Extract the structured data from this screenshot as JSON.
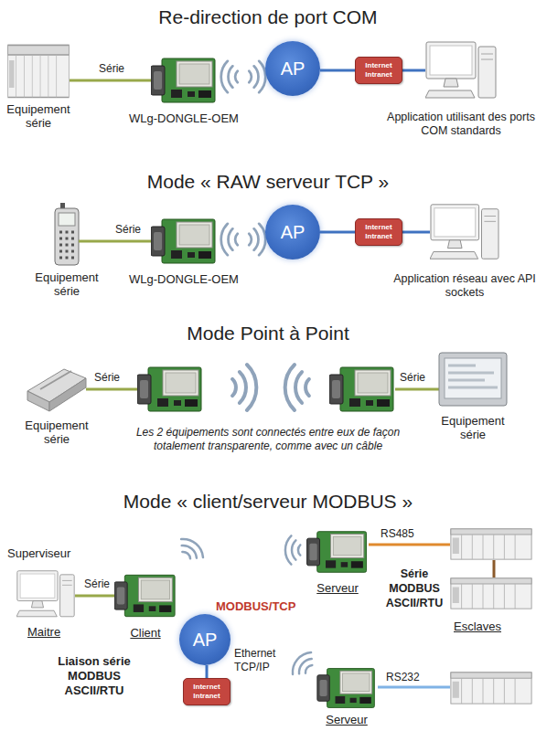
{
  "diagram": {
    "nodes": [
      {
        "text": [
          "Equipement série"
        ]
      },
      {
        "text": [
          "WLg-DONGLE-OEM"
        ]
      },
      {
        "text": [
          "AP"
        ]
      },
      {
        "text": [
          "Internet Intranet"
        ]
      },
      {
        "text": [
          "Application utilisant des ports COM standards"
        ]
      },
      {
        "text": [
          "Equipement série"
        ]
      },
      {
        "text": [
          "WLg-DONGLE-OEM"
        ]
      },
      {
        "text": [
          "AP"
        ]
      },
      {
        "text": [
          "Internet Intranet"
        ]
      },
      {
        "text": [
          "Application réseau avec API sockets"
        ]
      },
      {
        "text": [
          "Equipement série"
        ]
      },
      {
        "text": [
          "Equipement série"
        ]
      },
      {
        "text": [
          "Superviseur",
          "Maitre"
        ]
      },
      {
        "text": [
          "Client"
        ]
      },
      {
        "text": [
          "AP"
        ]
      },
      {
        "text": [
          "Internet Intranet"
        ]
      },
      {
        "text": [
          "Serveur"
        ]
      },
      {
        "text": [
          "Esclaves"
        ]
      },
      {
        "text": [
          "Serveur"
        ]
      }
    ],
    "edges": [
      {
        "from": 0,
        "to": 1,
        "label": "Série",
        "arrow": "none"
      },
      {
        "from": 2,
        "to": 3,
        "arrow": "none"
      },
      {
        "from": 3,
        "to": 4,
        "arrow": "none"
      },
      {
        "from": 5,
        "to": 6,
        "label": "Série",
        "arrow": "none"
      },
      {
        "from": 7,
        "to": 8,
        "arrow": "none"
      },
      {
        "from": 8,
        "to": 9,
        "arrow": "none"
      },
      {
        "from": 12,
        "to": 13,
        "label": "Série",
        "arrow": "none"
      },
      {
        "from": 14,
        "to": 15,
        "label": "Ethernet TCP/IP",
        "arrow": "none"
      },
      {
        "from": 16,
        "to": 17,
        "label": "RS485",
        "arrow": "none"
      }
    ],
    "labels": [
      "Re-direction de port COM",
      "Mode « RAW serveur TCP »",
      "Mode Point à Point",
      "Série",
      "Série",
      "Les 2 équipements sont connectés entre eux de façon totalement transparente, comme avec un câble",
      "Mode « client/serveur MODBUS »",
      "MODBUS/TCP",
      "Série MODBUS ASCII/RTU",
      "Liaison série MODBUS ASCII/RTU",
      "RS232"
    ]
  }
}
